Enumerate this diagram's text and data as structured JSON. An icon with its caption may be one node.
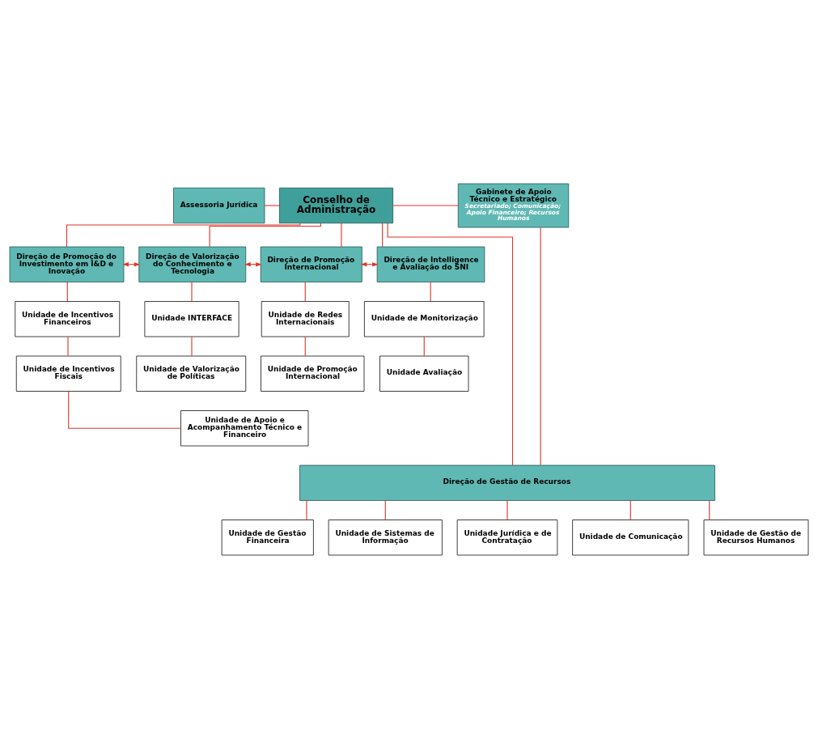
{
  "diagram": {
    "nodes": [
      {
        "text": [
          "Assessoria Jurídica"
        ]
      },
      {
        "text": [
          "Conselho de Administração"
        ]
      },
      {
        "text": [
          "Gabinete de Apoio Técnico e Estratégico",
          "Secretariado; Comunicação; Apoio Financeiro; Recursos Humanos"
        ]
      },
      {
        "text": [
          "Direção de Promoção do Investimento em I&D e Inovação"
        ]
      },
      {
        "text": [
          "Direção de Valorização do Conhecimento e Tecnologia"
        ]
      },
      {
        "text": [
          "Direção de Promoção Internacional"
        ]
      },
      {
        "text": [
          "Direção de Intelligence e Avaliação do SNI"
        ]
      },
      {
        "text": [
          "Unidade de Incentivos Financeiros"
        ]
      },
      {
        "text": [
          "Unidade de Incentivos Fiscais"
        ]
      },
      {
        "text": [
          "Unidade de Apoio e Acompanhamento Técnico e Financeiro"
        ]
      },
      {
        "text": [
          "Unidade INTERFACE"
        ]
      },
      {
        "text": [
          "Unidade de Valorização de Políticas"
        ]
      },
      {
        "text": [
          "Unidade de Redes Internacionais"
        ]
      },
      {
        "text": [
          "Unidade de Promoção Internacional"
        ]
      },
      {
        "text": [
          "Unidade de Monitorização"
        ]
      },
      {
        "text": [
          "Unidade Avaliação"
        ]
      },
      {
        "text": [
          "Direção de Gestão de Recursos"
        ]
      },
      {
        "text": [
          "Unidade de Gestão Financeira"
        ]
      },
      {
        "text": [
          "Unidade de Sistemas de Informação"
        ]
      },
      {
        "text": [
          "Unidade Jurídica e de Contratação"
        ]
      },
      {
        "text": [
          "Unidade de Comunicação"
        ]
      },
      {
        "text": [
          "Unidade de Gestão de Recursos Humanos"
        ]
      }
    ],
    "edges": [
      {
        "from": 0,
        "to": 1,
        "arrow": "none"
      },
      {
        "from": 1,
        "to": 2,
        "arrow": "none"
      },
      {
        "from": 1,
        "to": 3,
        "arrow": "none"
      },
      {
        "from": 1,
        "to": 4,
        "arrow": "none"
      },
      {
        "from": 1,
        "to": 5,
        "arrow": "none"
      },
      {
        "from": 1,
        "to": 6,
        "arrow": "none"
      },
      {
        "from": 1,
        "to": 16,
        "arrow": "none"
      },
      {
        "from": 2,
        "to": 16,
        "arrow": "none"
      },
      {
        "from": 3,
        "to": 4,
        "arrow": "both"
      },
      {
        "from": 4,
        "to": 5,
        "arrow": "both"
      },
      {
        "from": 5,
        "to": 6,
        "arrow": "both"
      },
      {
        "from": 3,
        "to": 7,
        "arrow": "none"
      },
      {
        "from": 7,
        "to": 8,
        "arrow": "none"
      },
      {
        "from": 8,
        "to": 9,
        "arrow": "none"
      },
      {
        "from": 4,
        "to": 10,
        "arrow": "none"
      },
      {
        "from": 10,
        "to": 11,
        "arrow": "none"
      },
      {
        "from": 5,
        "to": 12,
        "arrow": "none"
      },
      {
        "from": 12,
        "to": 13,
        "arrow": "none"
      },
      {
        "from": 6,
        "to": 14,
        "arrow": "none"
      },
      {
        "from": 14,
        "to": 15,
        "arrow": "none"
      },
      {
        "from": 16,
        "to": 17,
        "arrow": "none"
      },
      {
        "from": 16,
        "to": 18,
        "arrow": "none"
      },
      {
        "from": 16,
        "to": 19,
        "arrow": "none"
      },
      {
        "from": 16,
        "to": 20,
        "arrow": "none"
      },
      {
        "from": 16,
        "to": 21,
        "arrow": "none"
      }
    ]
  }
}
